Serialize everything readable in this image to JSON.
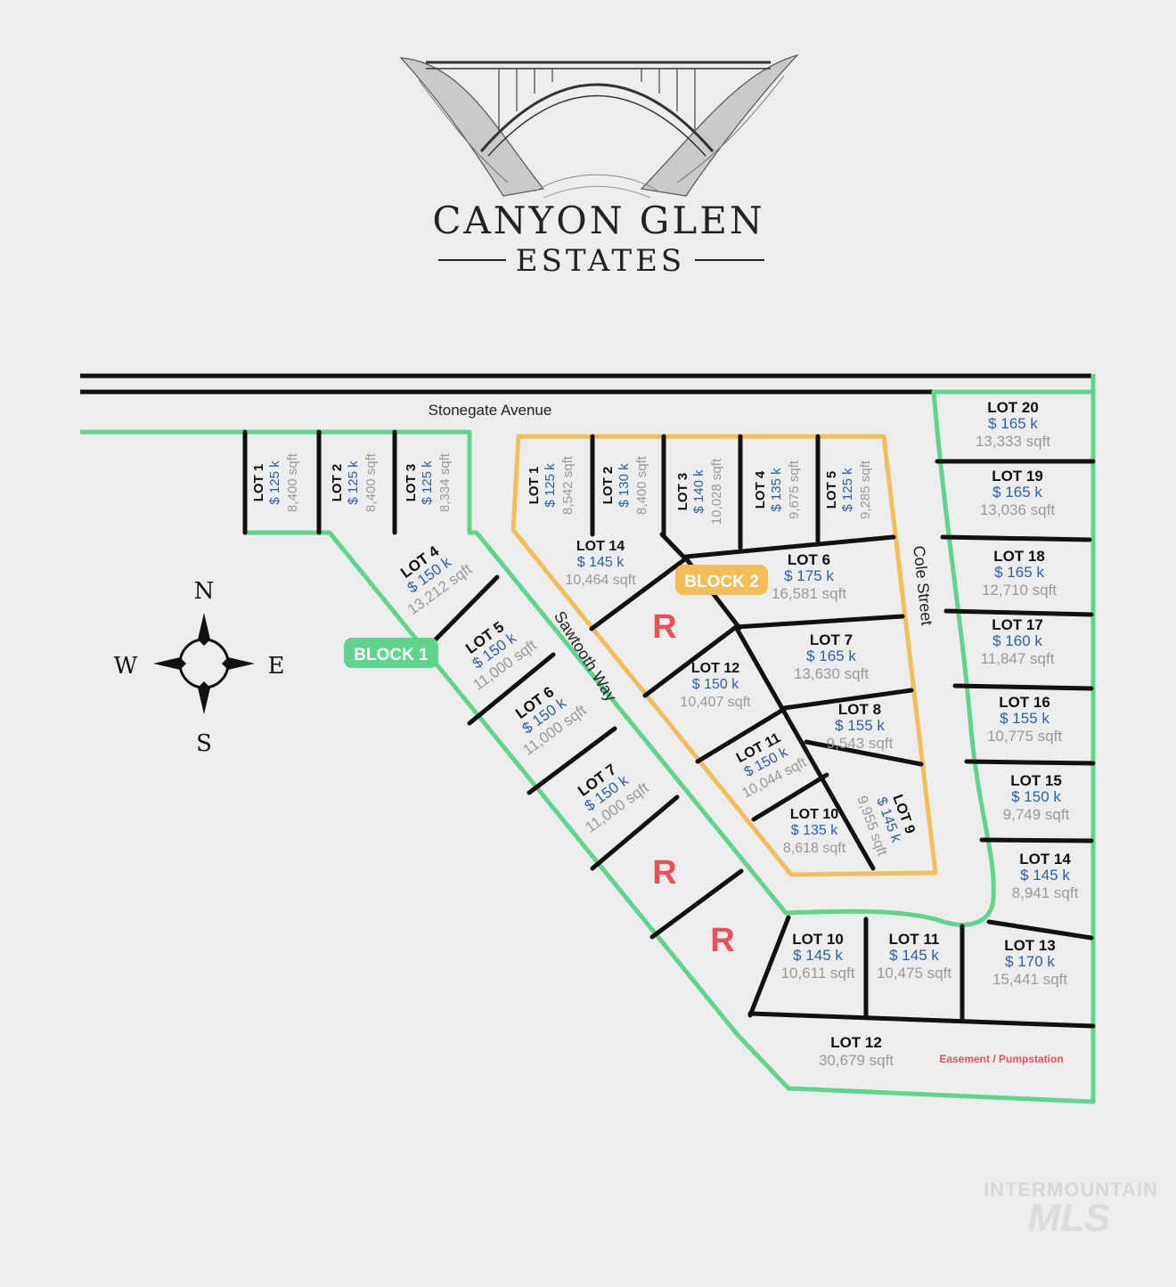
{
  "brand": {
    "name": "CANYON GLEN",
    "subtitle": "ESTATES"
  },
  "streets": {
    "stonegate": "Stonegate Avenue",
    "sawtooth": "Sawtooth Way",
    "cole": "Cole Street"
  },
  "compass": {
    "n": "N",
    "s": "S",
    "e": "E",
    "w": "W"
  },
  "blocks": {
    "block1": "BLOCK 1",
    "block2": "BLOCK 2"
  },
  "reserved_label": "R",
  "block1_lots": [
    {
      "lot": "LOT 1",
      "price": "$ 125 k",
      "sqft": "8,400 sqft"
    },
    {
      "lot": "LOT 2",
      "price": "$ 125 k",
      "sqft": "8,400 sqft"
    },
    {
      "lot": "LOT 3",
      "price": "$ 125 k",
      "sqft": "8,334 sqft"
    },
    {
      "lot": "LOT 4",
      "price": "$ 150 k",
      "sqft": "13,212 sqft"
    },
    {
      "lot": "LOT 5",
      "price": "$ 150 k",
      "sqft": "11,000 sqft"
    },
    {
      "lot": "LOT 6",
      "price": "$ 150 k",
      "sqft": "11,000 sqft"
    },
    {
      "lot": "LOT 7",
      "price": "$ 150 k",
      "sqft": "11,000 sqft"
    },
    {
      "lot": "LOT 10",
      "price": "$ 145 k",
      "sqft": "10,611 sqft"
    },
    {
      "lot": "LOT 11",
      "price": "$ 145 k",
      "sqft": "10,475 sqft"
    },
    {
      "lot": "LOT 12",
      "sqft": "30,679 sqft",
      "note": "Easement /  Pumpstation"
    },
    {
      "lot": "LOT 13",
      "price": "$ 170 k",
      "sqft": "15,441 sqft"
    },
    {
      "lot": "LOT 14",
      "price": "$ 145 k",
      "sqft": "8,941 sqft"
    },
    {
      "lot": "LOT 15",
      "price": "$ 150 k",
      "sqft": "9,749 sqft"
    },
    {
      "lot": "LOT 16",
      "price": "$ 155 k",
      "sqft": "10,775 sqft"
    },
    {
      "lot": "LOT 17",
      "price": "$ 160 k",
      "sqft": "11,847 sqft"
    },
    {
      "lot": "LOT 18",
      "price": "$ 165 k",
      "sqft": "12,710 sqft"
    },
    {
      "lot": "LOT 19",
      "price": "$ 165 k",
      "sqft": "13,036 sqft"
    },
    {
      "lot": "LOT 20",
      "price": "$ 165 k",
      "sqft": "13,333 sqft"
    }
  ],
  "block2_lots": [
    {
      "lot": "LOT 1",
      "price": "$ 125 k",
      "sqft": "8,542 sqft"
    },
    {
      "lot": "LOT 2",
      "price": "$ 130 k",
      "sqft": "8,400 sqft"
    },
    {
      "lot": "LOT 3",
      "price": "$ 140 k",
      "sqft": "10,028 sqft"
    },
    {
      "lot": "LOT 4",
      "price": "$ 135 k",
      "sqft": "9,675 sqft"
    },
    {
      "lot": "LOT 5",
      "price": "$ 125 k",
      "sqft": "9,285 sqft"
    },
    {
      "lot": "LOT 6",
      "price": "$ 175 k",
      "sqft": "16,581 sqft"
    },
    {
      "lot": "LOT 7",
      "price": "$ 165 k",
      "sqft": "13,630 sqft"
    },
    {
      "lot": "LOT 8",
      "price": "$ 155 k",
      "sqft": "9,543 sqft"
    },
    {
      "lot": "LOT 9",
      "price": "$ 145 k",
      "sqft": "9,955 sqft"
    },
    {
      "lot": "LOT 10",
      "price": "$ 135 k",
      "sqft": "8,618 sqft"
    },
    {
      "lot": "LOT 11",
      "price": "$ 150 k",
      "sqft": "10,044 sqft"
    },
    {
      "lot": "LOT 12",
      "price": "$ 150 k",
      "sqft": "10,407 sqft"
    },
    {
      "lot": "LOT 14",
      "price": "$ 145 k",
      "sqft": "10,464 sqft"
    }
  ],
  "watermark": {
    "line1": "INTERMOUNTAIN",
    "line2": "MLS"
  },
  "colors": {
    "background": "#ededed",
    "block1": "#5fd48c",
    "block2": "#f3bd5a",
    "price": "#2d5fa8",
    "sqft": "#9a9a9a",
    "reserved": "#e8505a",
    "note": "#e8505a"
  }
}
